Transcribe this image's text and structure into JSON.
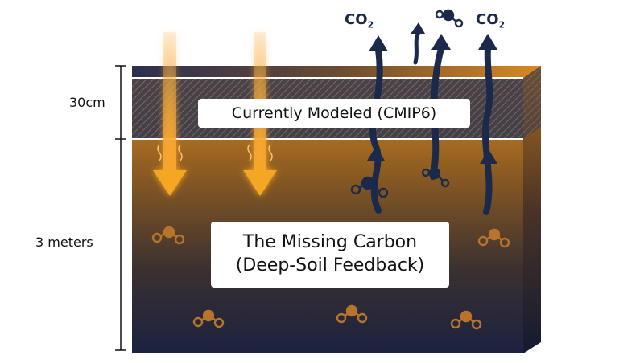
{
  "labels": {
    "modeled": "Currently Modeled (CMIP6)",
    "missing_line1": "The Missing Carbon",
    "missing_line2": "(Deep-Soil Feedback)",
    "depth_top": "30cm",
    "depth_bottom": "3 meters",
    "gas_symbol": "CO",
    "gas_subscript": "2"
  },
  "colors": {
    "soil_top": "#e39a2c",
    "soil_bottom": "#1b2240",
    "arrow_heat": "#f5a623",
    "arrow_gas": "#1b2a4a",
    "molecule": "#b8742a"
  }
}
